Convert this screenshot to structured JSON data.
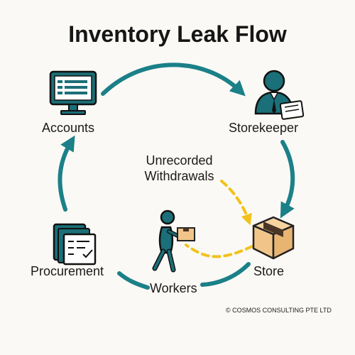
{
  "title": "Inventory Leak Flow",
  "nodes": {
    "accounts": "Accounts",
    "storekeeper": "Storekeeper",
    "store": "Store",
    "workers": "Workers",
    "procurement": "Procurement"
  },
  "annotation": {
    "line1": "Unrecorded",
    "line2": "Withdrawals"
  },
  "copyright": "© COSMOS CONSULTING PTE LTD",
  "icons": {
    "accounts": "computer-monitor-icon",
    "storekeeper": "storekeeper-person-icon",
    "store": "cardboard-box-icon",
    "workers": "worker-carrying-box-icon",
    "procurement": "documents-checklist-icon"
  },
  "colors": {
    "cycle_arrows": "#1b8088",
    "leak_arrows": "#f2c21b",
    "box": "#f1c58a"
  }
}
